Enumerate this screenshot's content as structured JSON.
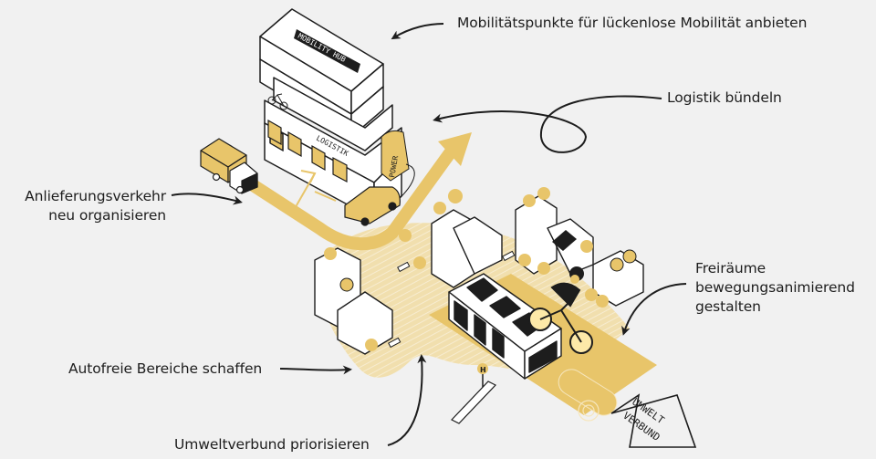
{
  "colors": {
    "background": "#f1f1f1",
    "accent_yellow": "#e8c56a",
    "accent_yellow_light": "#f1dfae",
    "ink": "#1d1d1d",
    "roof_green": "#c9d2c7",
    "white": "#ffffff"
  },
  "labels": {
    "mobility_points": "Mobilitätspunkte für lückenlose Mobilität anbieten",
    "logistics": "Logistik bündeln",
    "delivery": [
      "Anlieferungsverkehr",
      "neu organisieren"
    ],
    "open_spaces": [
      "Freiräume",
      "bewegungsanimierend",
      "gestalten"
    ],
    "car_free": "Autofreie Bereiche schaffen",
    "environmental_alliance": "Umweltverbund priorisieren"
  },
  "illustration": {
    "hub_sign": "MOBILITY HUB",
    "logistics_sign": "LOGISTIK",
    "power_sign": "POWER",
    "bus_stop_sign": "H",
    "arrow_sign": [
      "UMWELT",
      "VERBUND"
    ],
    "icons": [
      "mobility-hub-building",
      "bicycle-icon",
      "delivery-truck-icon",
      "electric-car-icon",
      "charging-station-icon",
      "bus-icon",
      "cyclist-icon",
      "solar-panel-icon",
      "tree-icon",
      "parasol-icon",
      "bench-icon",
      "bus-stop-icon",
      "rolled-carpet-icon",
      "arrow-sign-icon"
    ]
  }
}
